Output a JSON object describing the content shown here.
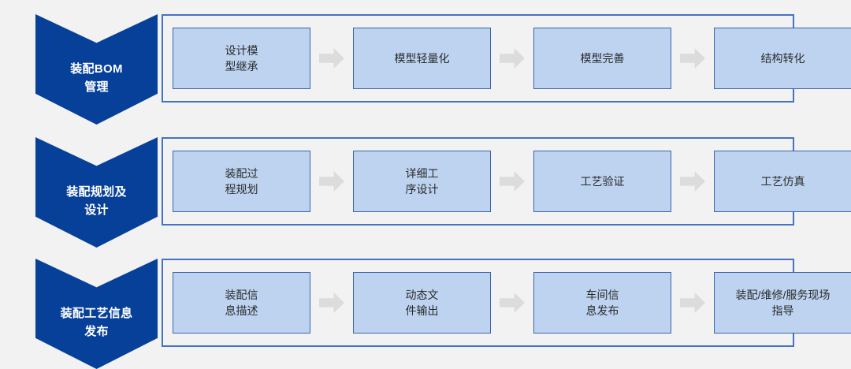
{
  "colors": {
    "page_background": "#f2f2f2",
    "chevron_fill": "#064099",
    "chevron_text": "#ffffff",
    "container_border": "#4472c4",
    "step_fill": "#bdd3f0",
    "step_border": "#3a65ac",
    "step_text": "#2b2b2b",
    "arrow_fill": "#dcdcdc"
  },
  "rows": [
    {
      "label": "装配BOM\n管理",
      "steps": [
        {
          "label": "设计模\n型继承"
        },
        {
          "label": "模型轻量化"
        },
        {
          "label": "模型完善"
        },
        {
          "label": "结构转化"
        }
      ]
    },
    {
      "label": "装配规划及\n设计",
      "steps": [
        {
          "label": "装配过\n程规划"
        },
        {
          "label": "详细工\n序设计"
        },
        {
          "label": "工艺验证"
        },
        {
          "label": "工艺仿真"
        }
      ]
    },
    {
      "label": "装配工艺信息\n发布",
      "steps": [
        {
          "label": "装配信\n息描述"
        },
        {
          "label": "动态文\n件输出"
        },
        {
          "label": "车间信\n息发布"
        },
        {
          "label": "装配/维修/服务现场\n指导"
        }
      ]
    }
  ]
}
